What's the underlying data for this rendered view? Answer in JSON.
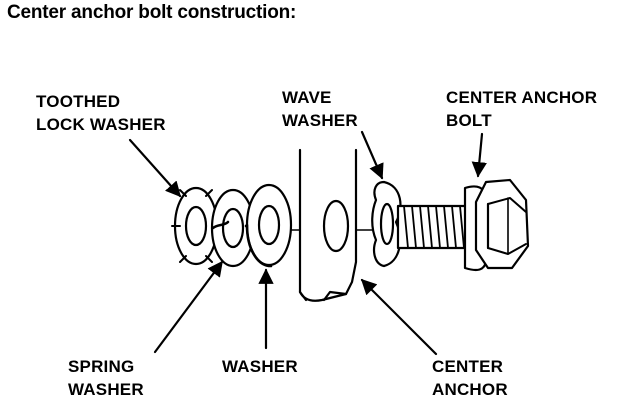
{
  "title": "Center anchor bolt construction:",
  "labels": {
    "toothed_lock_washer": [
      "TOOTHED",
      "LOCK WASHER"
    ],
    "wave_washer": [
      "WAVE",
      "WASHER"
    ],
    "center_anchor_bolt": [
      "CENTER ANCHOR",
      "BOLT"
    ],
    "spring_washer": [
      "SPRING",
      "WASHER"
    ],
    "washer": [
      "WASHER"
    ],
    "center_anchor": [
      "CENTER",
      "ANCHOR"
    ]
  },
  "colors": {
    "ink": "#000000",
    "paper": "#ffffff"
  }
}
